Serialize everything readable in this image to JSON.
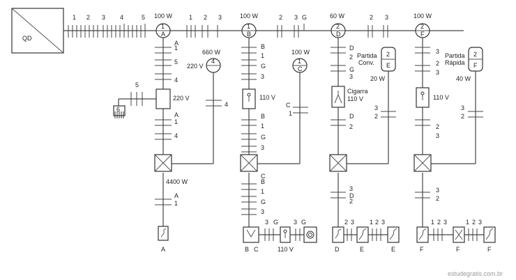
{
  "panel": "QD",
  "watermark": "estudegratis.com.br",
  "circuits": {
    "c1": {
      "number": "1",
      "letter": "A",
      "power": "100 W"
    },
    "c1b": {
      "number": "1",
      "letter": "B",
      "power": "100 W"
    },
    "c2d": {
      "number": "2",
      "letter": "D",
      "power": "60 W"
    },
    "c2f": {
      "number": "2",
      "letter": "F",
      "power": "100 W"
    },
    "c4": {
      "number": "4",
      "power": "660 W",
      "voltage": "220 V"
    },
    "c1c": {
      "number": "1",
      "letter": "C",
      "power": "100 W"
    },
    "ce": {
      "number": "2",
      "letter": "E",
      "label1": "Partida",
      "label2": "Conv.",
      "power": "20 W"
    },
    "cf": {
      "number": "2",
      "letter": "F",
      "label1": "Partida",
      "label2": "Rápida",
      "power": "40 W"
    }
  },
  "labels": {
    "shower": "4400 W",
    "v220": "220 V",
    "v110": "110 V",
    "cigarra1": "Cigarra",
    "cigarra2": "110 V",
    "n1": "1",
    "n2": "2",
    "n3": "3",
    "n4": "4",
    "n5": "5",
    "n6": "6",
    "A": "A",
    "B": "B",
    "C": "C",
    "D": "D",
    "E": "E",
    "F": "F",
    "G": "G"
  }
}
